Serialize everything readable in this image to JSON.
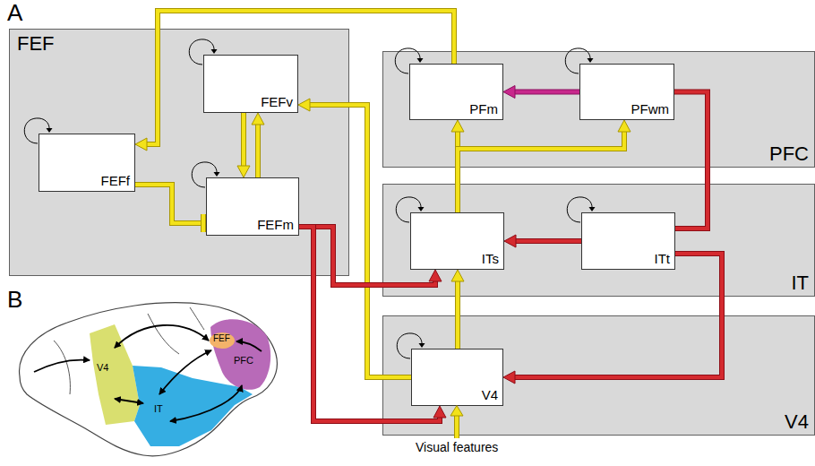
{
  "diagram": {
    "nodes": [
      {
        "text": [
          "FEF"
        ]
      },
      {
        "text": [
          "FEFf"
        ],
        "in": 0
      },
      {
        "text": [
          "FEFv"
        ],
        "in": 0
      },
      {
        "text": [
          "FEFm"
        ],
        "in": 0
      },
      {
        "text": [
          "PFC"
        ]
      },
      {
        "text": [
          "PFm"
        ],
        "in": 4
      },
      {
        "text": [
          "PFwm"
        ],
        "in": 4
      },
      {
        "text": [
          "IT"
        ]
      },
      {
        "text": [
          "ITs"
        ],
        "in": 7
      },
      {
        "text": [
          "ITt"
        ],
        "in": 7
      },
      {
        "text": [
          "V4"
        ]
      },
      {
        "text": [
          "V4"
        ],
        "in": 10
      }
    ],
    "edges": [
      {
        "from": 5,
        "to": 1,
        "arrow": "to"
      },
      {
        "from": 1,
        "to": 3,
        "arrow": "to"
      },
      {
        "from": 2,
        "to": 3,
        "arrow": "to"
      },
      {
        "from": 3,
        "to": 2,
        "arrow": "to"
      },
      {
        "from": 11,
        "to": 2,
        "arrow": "to"
      },
      {
        "from": 3,
        "to": 8,
        "arrow": "to"
      },
      {
        "from": 3,
        "to": 11,
        "arrow": "to"
      },
      {
        "from": 8,
        "to": 5,
        "arrow": "to"
      },
      {
        "from": 8,
        "to": 6,
        "arrow": "to"
      },
      {
        "from": 6,
        "to": 5,
        "arrow": "to"
      },
      {
        "from": 6,
        "to": 9,
        "arrow": "none"
      },
      {
        "from": 9,
        "to": 8,
        "arrow": "to"
      },
      {
        "from": 9,
        "to": 11,
        "arrow": "to"
      },
      {
        "from": 11,
        "to": 8,
        "arrow": "to"
      }
    ],
    "labels": [
      "A",
      "B",
      "V4",
      "FEF",
      "PFC",
      "IT",
      "Visual features"
    ]
  }
}
